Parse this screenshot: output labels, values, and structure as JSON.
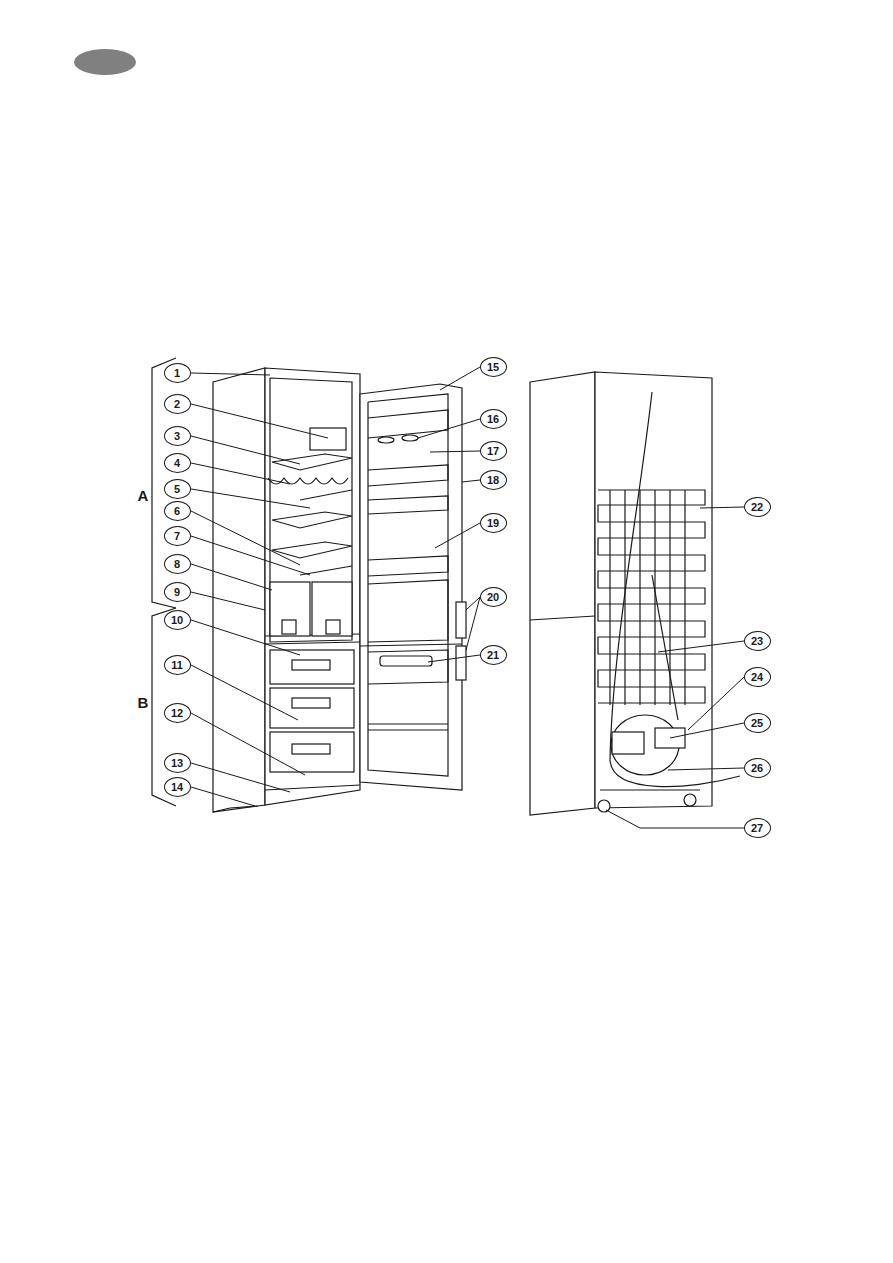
{
  "diagram": {
    "nodes": [
      {
        "text": [
          "1"
        ]
      },
      {
        "text": [
          "2"
        ]
      },
      {
        "text": [
          "3"
        ]
      },
      {
        "text": [
          "4"
        ]
      },
      {
        "text": [
          "5"
        ]
      },
      {
        "text": [
          "6"
        ]
      },
      {
        "text": [
          "7"
        ]
      },
      {
        "text": [
          "8"
        ]
      },
      {
        "text": [
          "9"
        ]
      },
      {
        "text": [
          "10"
        ]
      },
      {
        "text": [
          "11"
        ]
      },
      {
        "text": [
          "12"
        ]
      },
      {
        "text": [
          "13"
        ]
      },
      {
        "text": [
          "14"
        ]
      },
      {
        "text": [
          "15"
        ]
      },
      {
        "text": [
          "16"
        ]
      },
      {
        "text": [
          "17"
        ]
      },
      {
        "text": [
          "18"
        ]
      },
      {
        "text": [
          "19"
        ]
      },
      {
        "text": [
          "20"
        ]
      },
      {
        "text": [
          "21"
        ]
      },
      {
        "text": [
          "22"
        ]
      },
      {
        "text": [
          "23"
        ]
      },
      {
        "text": [
          "24"
        ]
      },
      {
        "text": [
          "25"
        ]
      },
      {
        "text": [
          "26"
        ]
      },
      {
        "text": [
          "27"
        ]
      }
    ],
    "labels": [
      "A",
      "B"
    ]
  }
}
